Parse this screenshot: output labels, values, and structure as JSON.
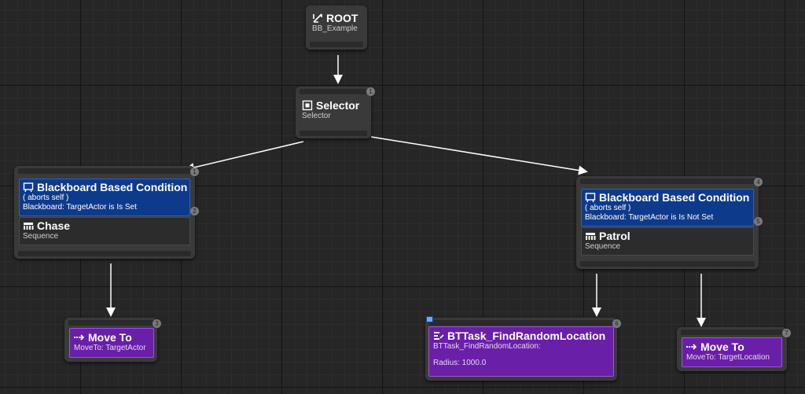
{
  "nodes": {
    "root": {
      "title": "ROOT",
      "subtitle": "BB_Example",
      "icon": "root-icon"
    },
    "selector": {
      "title": "Selector",
      "subtitle": "Selector",
      "badge": "1",
      "icon": "selector-icon"
    },
    "chase": {
      "decorator": {
        "title": "Blackboard Based Condition",
        "line1": "( aborts self )",
        "line2": "Blackboard: TargetActor is Is Set",
        "badge": "2",
        "icon": "blackboard-icon"
      },
      "title": "Chase",
      "subtitle": "Sequence",
      "badge": "1",
      "icon": "sequence-icon"
    },
    "patrol": {
      "decorator": {
        "title": "Blackboard Based Condition",
        "line1": "( aborts self )",
        "line2": "Blackboard: TargetActor is Is Not Set",
        "badge": "5",
        "icon": "blackboard-icon"
      },
      "title": "Patrol",
      "subtitle": "Sequence",
      "badge": "4",
      "icon": "sequence-icon"
    },
    "move_to_actor": {
      "title": "Move To",
      "subtitle": "MoveTo: TargetActor",
      "badge": "3",
      "icon": "move-to-icon"
    },
    "find_random": {
      "title": "BTTask_FindRandomLocation",
      "line1": "BTTask_FindRandomLocation:",
      "line2": "Radius: 1000.0",
      "badge": "6",
      "icon": "task-icon"
    },
    "move_to_location": {
      "title": "Move To",
      "subtitle": "MoveTo: TargetLocation",
      "badge": "7",
      "icon": "move-to-icon"
    }
  },
  "colors": {
    "background": "#262626",
    "node": "#3a3a3a",
    "decorator": "#0e3a8c",
    "task": "#6a1fa8",
    "wire": "#ffffff"
  }
}
